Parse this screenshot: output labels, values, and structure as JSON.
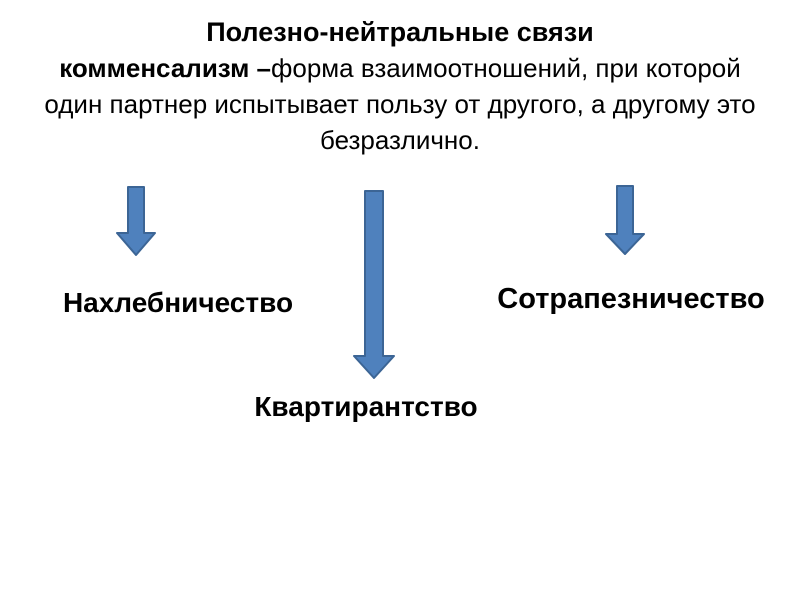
{
  "slide": {
    "title": "Полезно-нейтральные связи",
    "definition": {
      "term": "комменсализм –",
      "line1_rest": "форма взаимоотношений, при которой",
      "line2": "один партнер испытывает пользу от другого, а другому это",
      "line3": "безразлично."
    },
    "branches": [
      {
        "label": "Нахлебничество"
      },
      {
        "label": "Квартирантство"
      },
      {
        "label": "Сотрапезничество"
      }
    ],
    "colors": {
      "background": "#ffffff",
      "text": "#000000",
      "arrow_fill": "#4f81bd",
      "arrow_stroke": "#3c6595"
    }
  }
}
